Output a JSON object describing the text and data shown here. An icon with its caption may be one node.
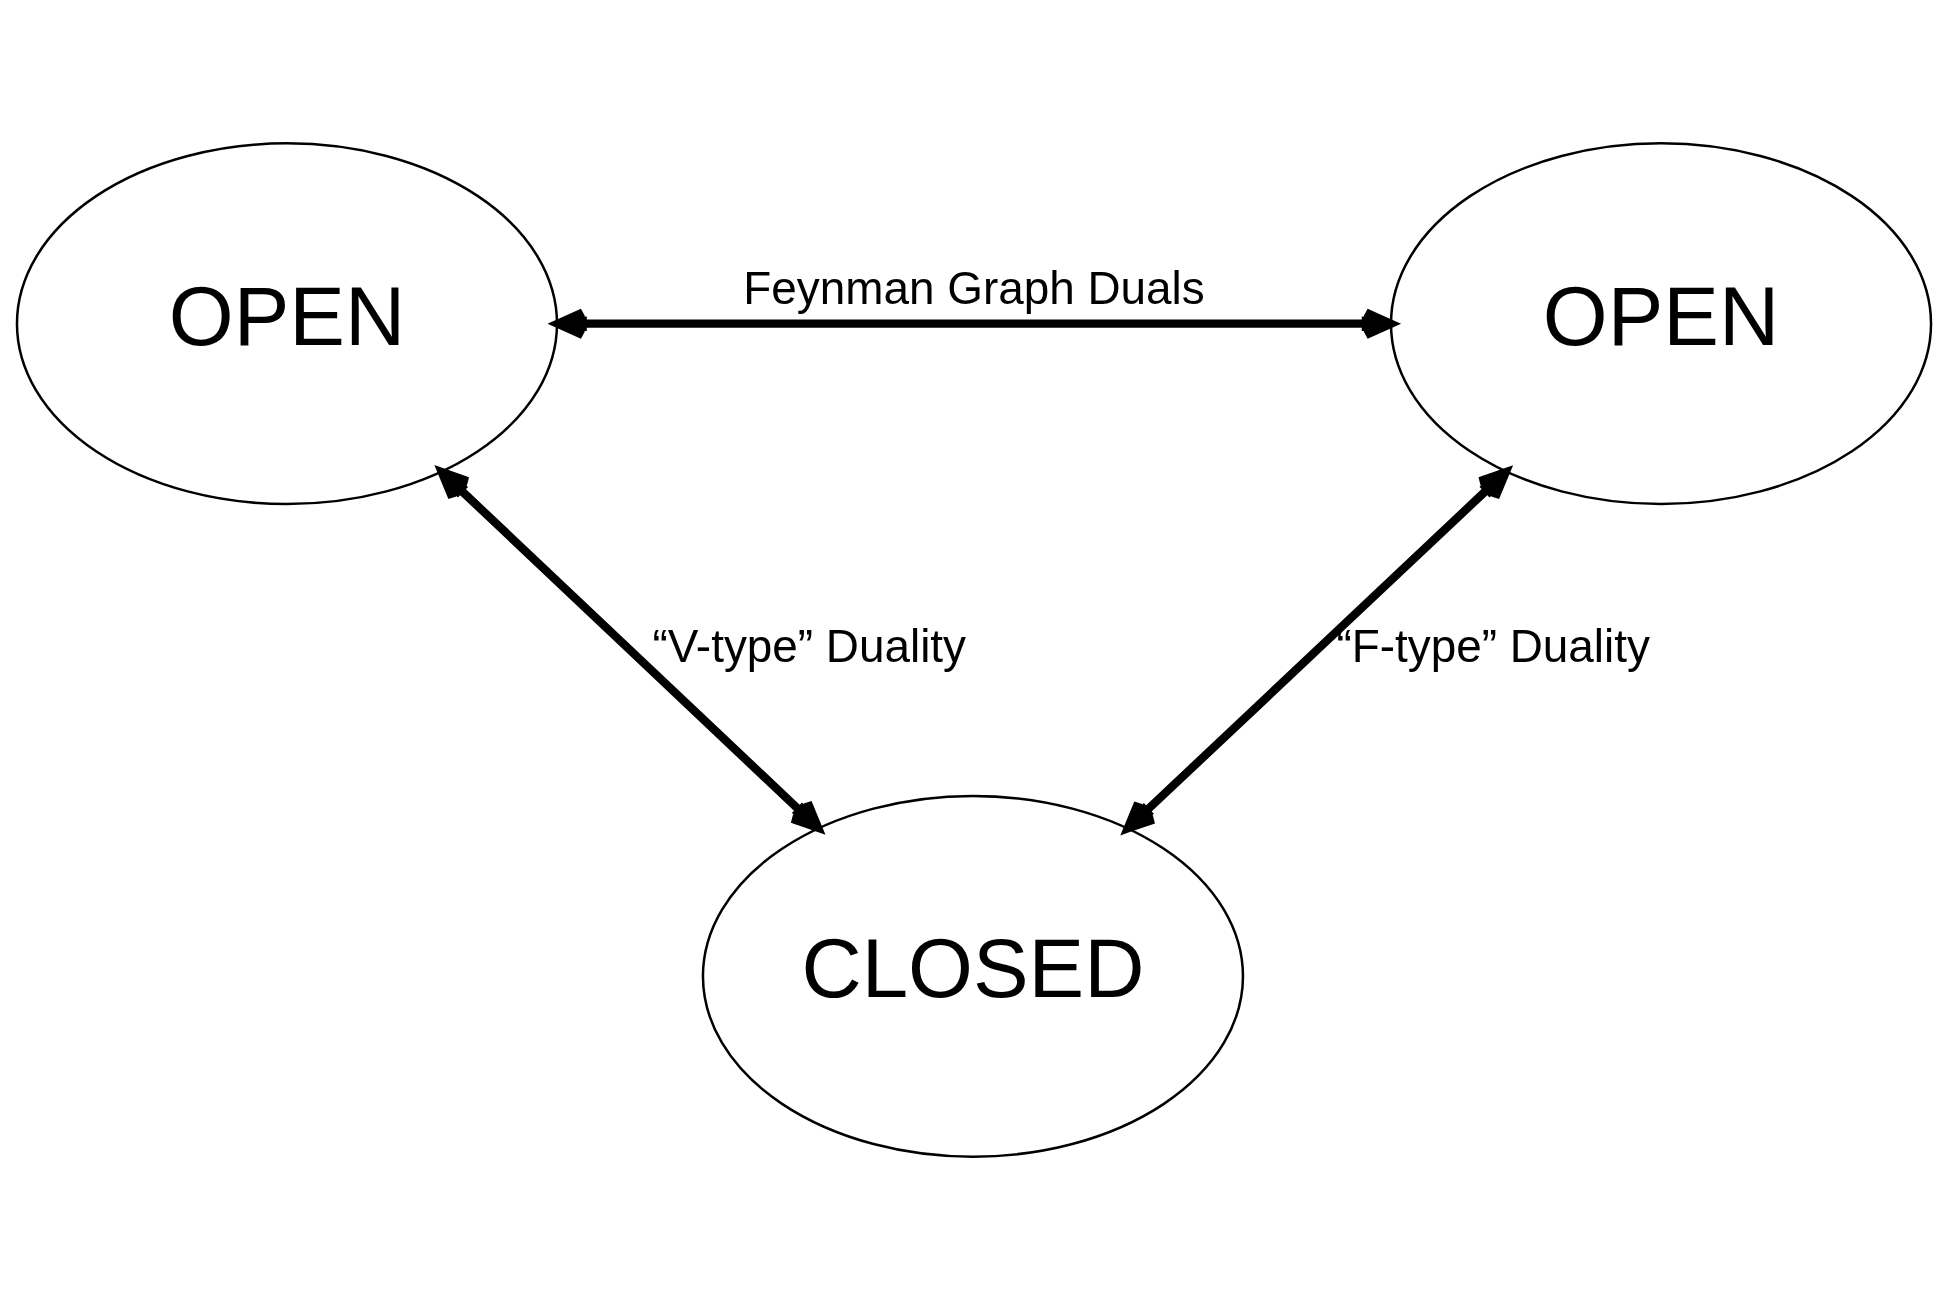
{
  "diagram": {
    "nodes": [
      {
        "text": [
          "OPEN"
        ]
      },
      {
        "text": [
          "OPEN"
        ]
      },
      {
        "text": [
          "CLOSED"
        ]
      }
    ],
    "edges": [
      {
        "from": 0,
        "to": 1,
        "arrow": "both",
        "label": "Feynman Graph Duals"
      },
      {
        "from": 0,
        "to": 2,
        "arrow": "both",
        "label": "“V-type” Duality"
      },
      {
        "from": 1,
        "to": 2,
        "arrow": "both",
        "label": "“F-type” Duality"
      }
    ]
  }
}
